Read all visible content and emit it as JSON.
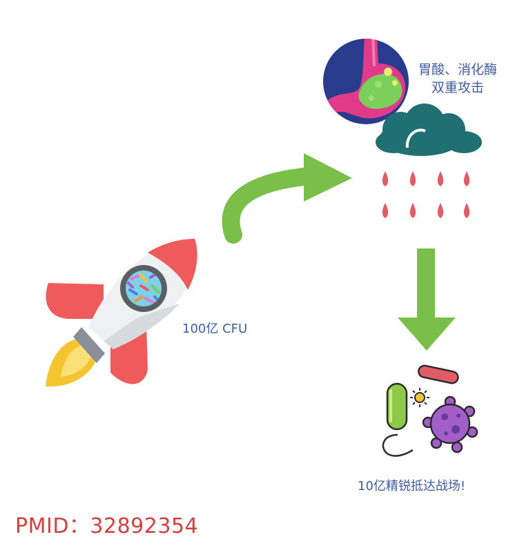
{
  "labels": {
    "stomach": [
      "胃酸、消化酶",
      "双重攻击"
    ],
    "cfu": "100亿 CFU",
    "result": "10亿精锐抵达战场!",
    "pmid": "PMID：32892354"
  },
  "colors": {
    "text_blue": "#3f5d9c",
    "pmid_red": "#d33f3f",
    "arrow_green": "#7bbf4b",
    "cloud": "#1f6f73",
    "drop": "#e05d66",
    "rocket_red": "#ef5b5b",
    "stomach_bg": "#283b8c",
    "stomach_pink": "#e23a8a",
    "bacteria_purple": "#a25fc9",
    "bacteria_green": "#8fc94a"
  },
  "icons": [
    "rocket-icon",
    "stomach-icon",
    "rain-cloud-icon",
    "bacteria-icon"
  ]
}
